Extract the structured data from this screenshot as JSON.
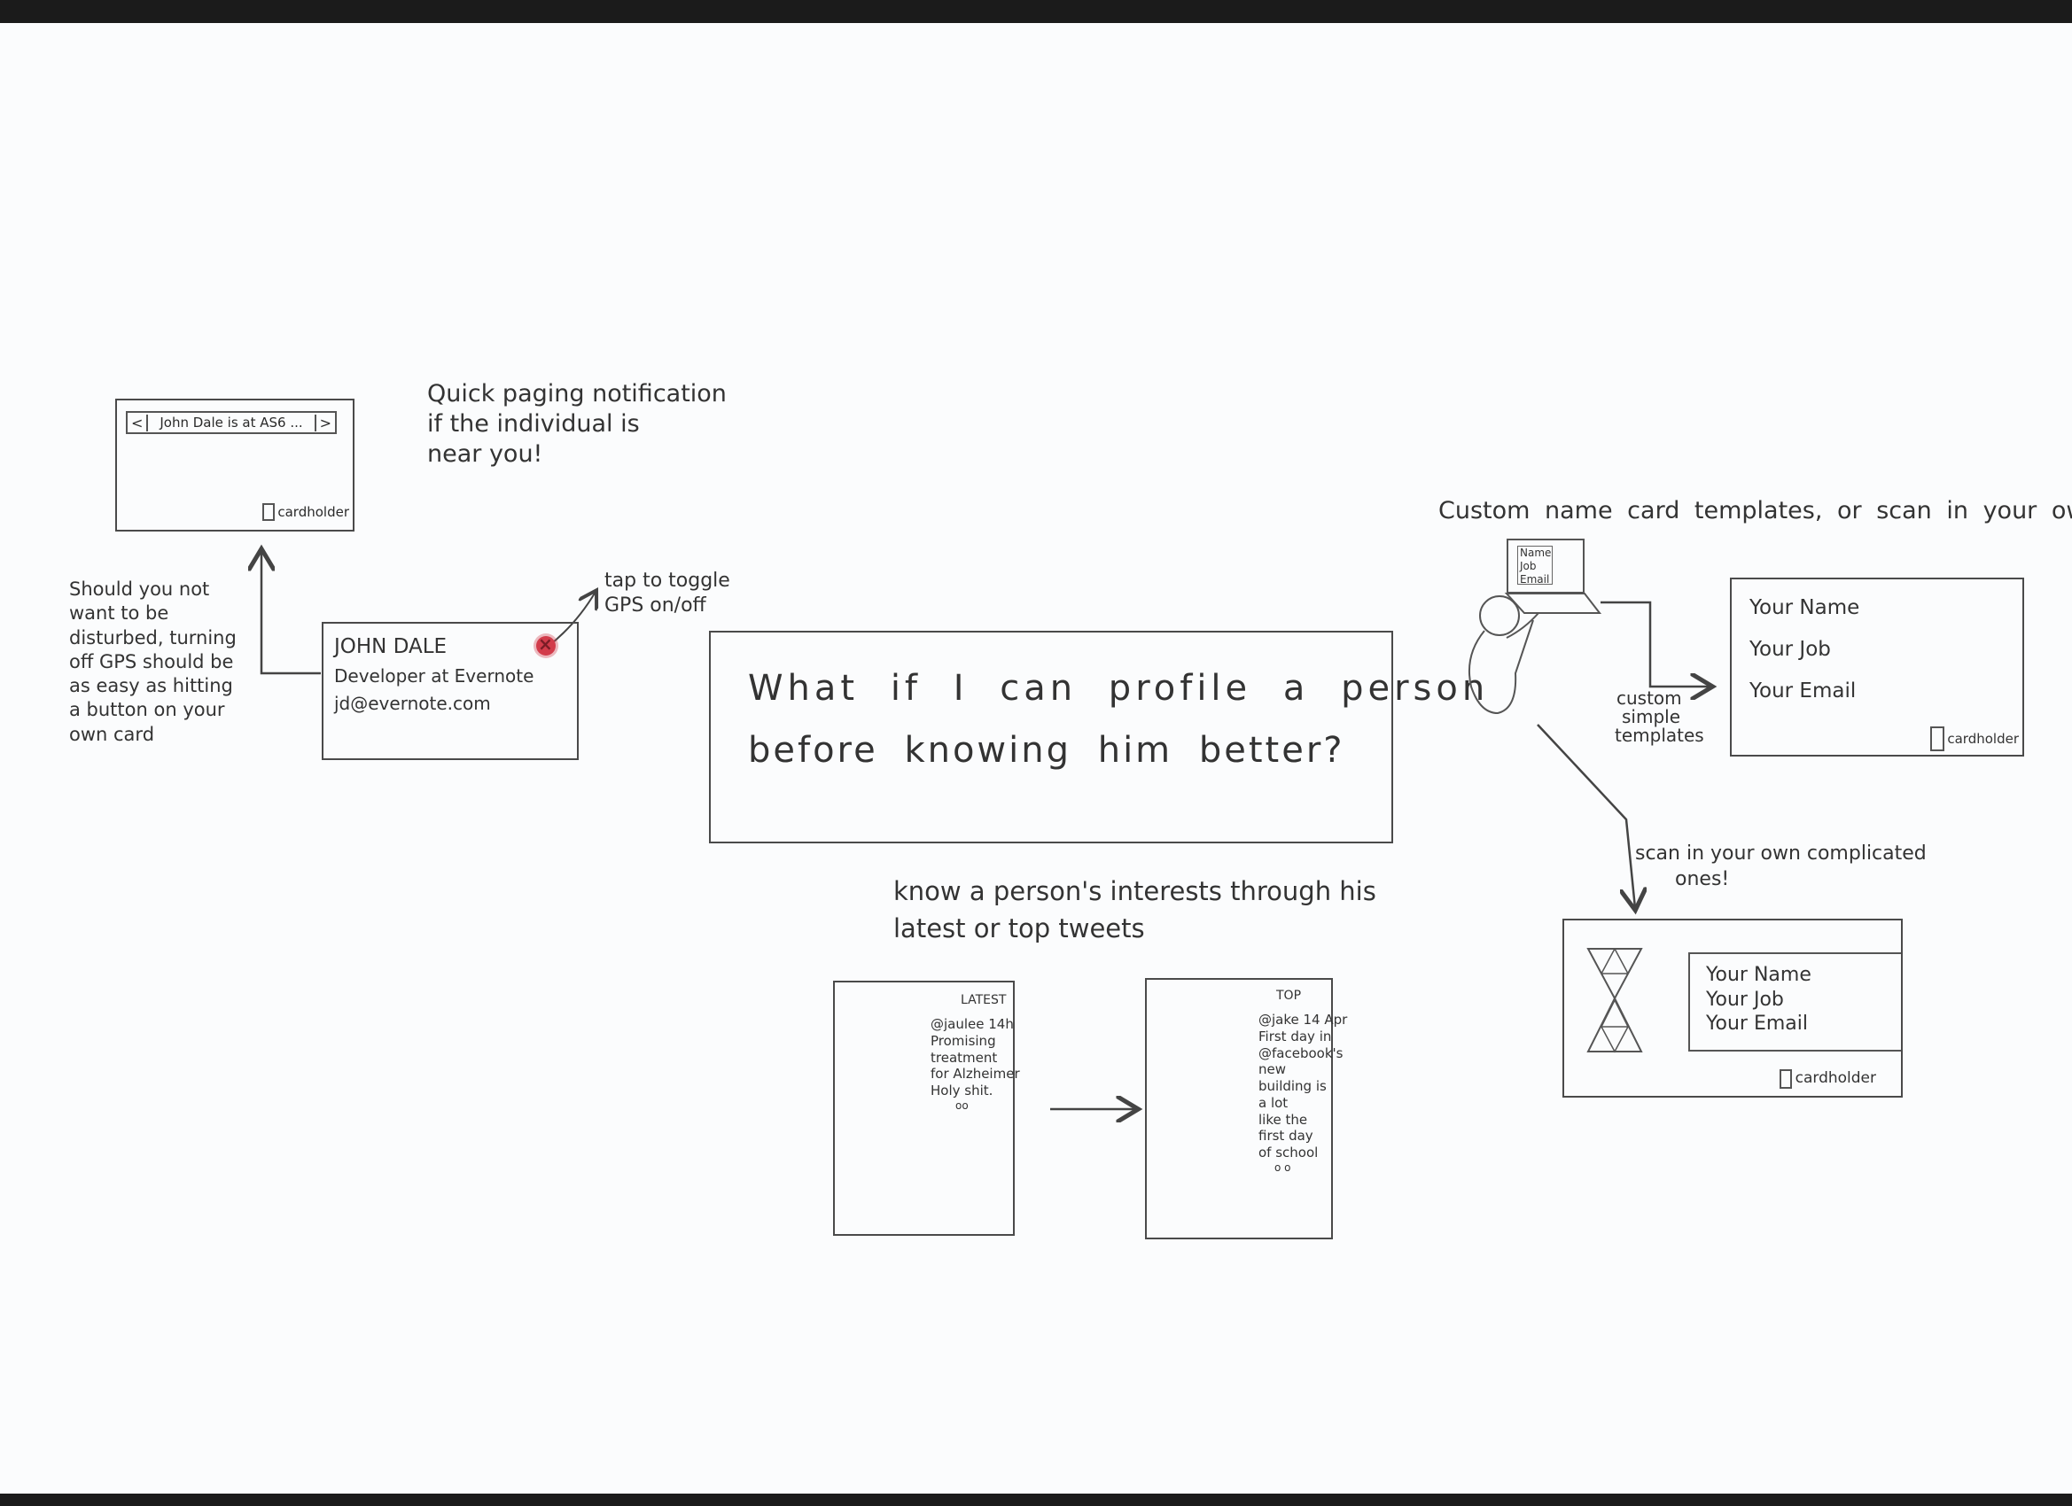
{
  "pager": {
    "notification": "John Dale is at AS6 ...",
    "prev": "<",
    "next": ">",
    "cardholder": "cardholder"
  },
  "notes": {
    "quick_paging": [
      "Quick paging notification",
      "if the individual is",
      "near you!"
    ],
    "gps_disturb": [
      "Should you not",
      "want to be",
      "disturbed, turning",
      "off GPS should be",
      "as easy as hitting",
      "a button on your",
      "own card"
    ],
    "tap_toggle": [
      "tap to toggle",
      "GPS on/off"
    ],
    "custom_templates": "Custom name card templates, or scan in your own!",
    "custom_simple": [
      "custom",
      "simple",
      "templates"
    ],
    "scan_complicated": [
      "scan in your own complicated",
      "ones!"
    ],
    "interests": [
      "know a person's interests through his",
      "latest or top tweets"
    ]
  },
  "card": {
    "name": "JOHN DALE",
    "role": "Developer at Evernote",
    "email": "jd@evernote.com"
  },
  "headline": [
    "What if I can profile a person",
    "before knowing him better?"
  ],
  "laptop_screen": [
    "Name",
    "Job",
    "Email"
  ],
  "template_simple": {
    "name": "Your Name",
    "job": "Your Job",
    "email": "Your Email",
    "cardholder": "cardholder"
  },
  "template_scanned": {
    "name": "Your Name",
    "job": "Your Job",
    "email": "Your Email",
    "cardholder": "cardholder"
  },
  "tweets_latest": {
    "header": "LATEST",
    "lines": [
      "@jaulee 14h",
      "Promising",
      "treatment",
      "for Alzheimer",
      "Holy shit."
    ],
    "dots": "oo"
  },
  "tweets_top": {
    "header": "TOP",
    "lines": [
      "@jake 14 Apr",
      "First day in",
      "@facebook's",
      "new",
      "building is",
      "a lot",
      "like the",
      "first day",
      "of school"
    ],
    "dots": "o o"
  },
  "colors": {
    "paper": "#fbfcfd",
    "ink": "#333333",
    "gps_icon": "#d23c4b",
    "border": "#1b1b1b"
  }
}
